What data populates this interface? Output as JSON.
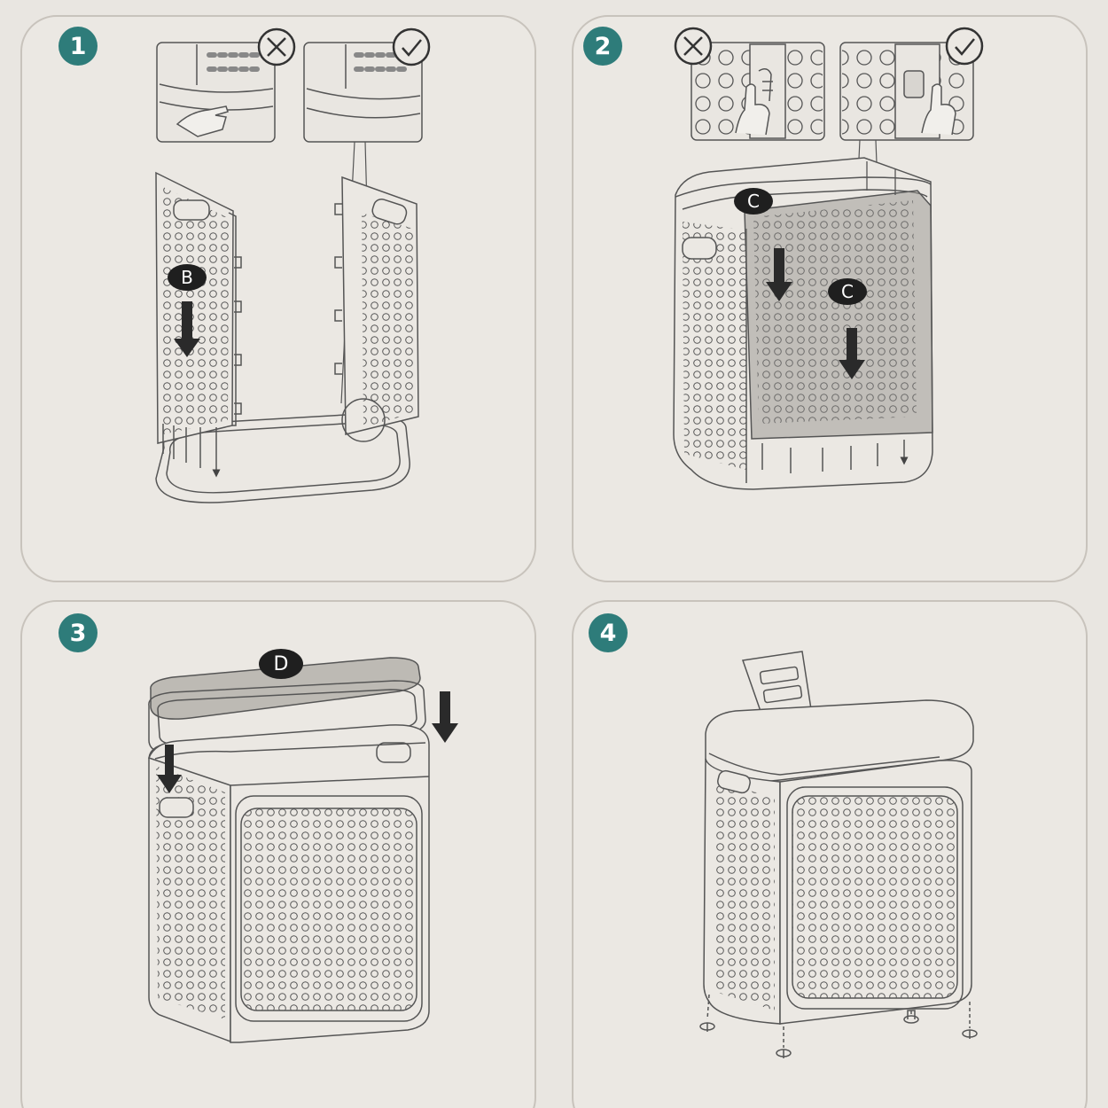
{
  "steps": [
    {
      "number": "1",
      "part_label": "B"
    },
    {
      "number": "2",
      "part_labels": [
        "C",
        "C"
      ]
    },
    {
      "number": "3",
      "part_label": "D"
    },
    {
      "number": "4"
    }
  ],
  "colors": {
    "panel_fill": "#ebe8e3",
    "panel_border": "#c8c3bc",
    "badge_teal": "#2e7c7a",
    "label_dark": "#1f1f1f",
    "line": "#555555"
  },
  "icons": [
    "cross-circle-icon",
    "check-circle-icon",
    "down-arrow-icon",
    "hand-pointer-icon",
    "screw-icon"
  ]
}
